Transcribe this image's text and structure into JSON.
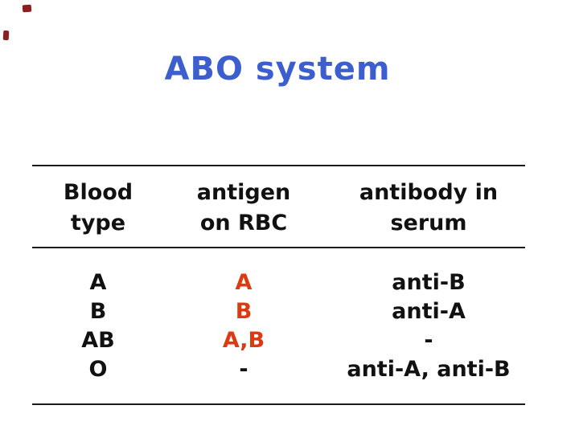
{
  "slide": {
    "title": "ABO system",
    "title_color": "#3d5ece",
    "background_color": "#ffffff",
    "text_color": "#111111",
    "rule_color": "#1a1a1a",
    "accent_red": "#dc3a12",
    "corner_mark_color": "#8e1f1f"
  },
  "table": {
    "columns": [
      {
        "header_line1": "Blood",
        "header_line2": "type"
      },
      {
        "header_line1": "antigen",
        "header_line2": "on RBC"
      },
      {
        "header_line1": "antibody in",
        "header_line2": "serum"
      }
    ],
    "rows": [
      {
        "blood_type": "A",
        "antigen": "A",
        "antigen_color": "#dc3a12",
        "antibody": "anti-B"
      },
      {
        "blood_type": "B",
        "antigen": "B",
        "antigen_color": "#dc3a12",
        "antibody": "anti-A"
      },
      {
        "blood_type": "AB",
        "antigen": "A,B",
        "antigen_color": "#dc3a12",
        "antibody": "-"
      },
      {
        "blood_type": "O",
        "antigen": "-",
        "antigen_color": "#111111",
        "antibody": "anti-A, anti-B"
      }
    ]
  }
}
